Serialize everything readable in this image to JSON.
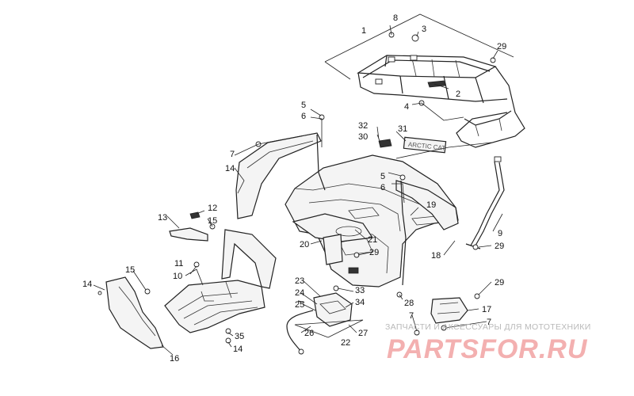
{
  "callouts": [
    {
      "id": "c1",
      "text": "1"
    },
    {
      "id": "c8",
      "text": "8"
    },
    {
      "id": "c3",
      "text": "3"
    },
    {
      "id": "c29a",
      "text": "29"
    },
    {
      "id": "c2",
      "text": "2"
    },
    {
      "id": "c4",
      "text": "4"
    },
    {
      "id": "c5a",
      "text": "5"
    },
    {
      "id": "c6a",
      "text": "6"
    },
    {
      "id": "c32",
      "text": "32"
    },
    {
      "id": "c30",
      "text": "30"
    },
    {
      "id": "c31",
      "text": "31"
    },
    {
      "id": "c7a",
      "text": "7"
    },
    {
      "id": "c14a",
      "text": "14"
    },
    {
      "id": "c5b",
      "text": "5"
    },
    {
      "id": "c6b",
      "text": "6"
    },
    {
      "id": "c19",
      "text": "19"
    },
    {
      "id": "c13",
      "text": "13"
    },
    {
      "id": "c12",
      "text": "12"
    },
    {
      "id": "c15a",
      "text": "15"
    },
    {
      "id": "c9",
      "text": "9"
    },
    {
      "id": "c29b",
      "text": "29"
    },
    {
      "id": "c21",
      "text": "21"
    },
    {
      "id": "c20",
      "text": "20"
    },
    {
      "id": "c29c",
      "text": "29"
    },
    {
      "id": "c18",
      "text": "18"
    },
    {
      "id": "c11",
      "text": "11"
    },
    {
      "id": "c10",
      "text": "10"
    },
    {
      "id": "c15b",
      "text": "15"
    },
    {
      "id": "c14b",
      "text": "14"
    },
    {
      "id": "c23",
      "text": "23"
    },
    {
      "id": "c24",
      "text": "24"
    },
    {
      "id": "c33",
      "text": "33"
    },
    {
      "id": "c29d",
      "text": "29"
    },
    {
      "id": "c25",
      "text": "25"
    },
    {
      "id": "c34",
      "text": "34"
    },
    {
      "id": "c28",
      "text": "28"
    },
    {
      "id": "c17",
      "text": "17"
    },
    {
      "id": "c7b",
      "text": "7"
    },
    {
      "id": "c7c",
      "text": "7"
    },
    {
      "id": "c26",
      "text": "26"
    },
    {
      "id": "c27",
      "text": "27"
    },
    {
      "id": "c22",
      "text": "22"
    },
    {
      "id": "c35",
      "text": "35"
    },
    {
      "id": "c14c",
      "text": "14"
    },
    {
      "id": "c16",
      "text": "16"
    }
  ],
  "watermark": {
    "tagline": "ЗАПЧАСТИ И АКСЕССУАРЫ ДЛЯ МОТОТЕХНИКИ",
    "brand": "PARTSFOR.RU"
  },
  "colors": {
    "line": "#222222",
    "watermark_text": "#f3b0b0",
    "watermark_tagline": "#b9b9b9"
  }
}
